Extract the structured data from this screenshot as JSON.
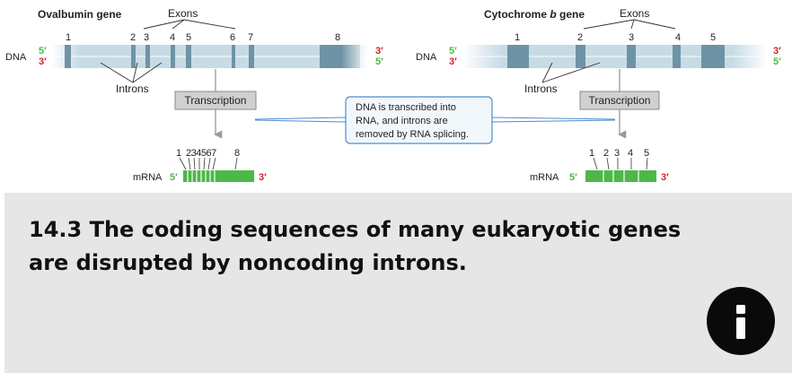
{
  "figure": {
    "left_gene": {
      "title": "Ovalbumin gene",
      "exons_label": "Exons",
      "exon_numbers": [
        "1",
        "2",
        "3",
        "4",
        "5",
        "6",
        "7",
        "8"
      ],
      "dna_label": "DNA",
      "strand_top_left": "5′",
      "strand_bottom_left": "3′",
      "strand_top_right": "3′",
      "strand_bottom_right": "5′",
      "introns_label": "Introns",
      "transcription_label": "Transcription",
      "mrna_label": "mRNA",
      "mrna_five": "5′",
      "mrna_three": "3′",
      "mrna_exon_labels": [
        "1",
        "234567",
        "8"
      ]
    },
    "right_gene": {
      "title_part1": "Cytochrome ",
      "title_italic": "b",
      "title_part2": " gene",
      "exons_label": "Exons",
      "exon_numbers": [
        "1",
        "2",
        "3",
        "4",
        "5"
      ],
      "dna_label": "DNA",
      "strand_top_left": "5′",
      "strand_bottom_left": "3′",
      "strand_top_right": "3′",
      "strand_bottom_right": "5′",
      "introns_label": "Introns",
      "transcription_label": "Transcription",
      "mrna_label": "mRNA",
      "mrna_five": "5′",
      "mrna_three": "3′",
      "mrna_exon_labels": [
        "1",
        "2",
        "3",
        "4",
        "5"
      ]
    },
    "note_lines": [
      "DNA is transcribed into",
      "RNA, and introns are",
      "removed by RNA splicing."
    ],
    "colors": {
      "green": "#4cb848",
      "red": "#d2232a",
      "exon": "#6e93a6",
      "intron": "#c7dbe5",
      "note_border": "#4f8cc9"
    }
  },
  "caption": "14.3 The coding sequences of many eukaryotic genes are disrupted by noncoding introns.",
  "info_icon": "info-icon"
}
